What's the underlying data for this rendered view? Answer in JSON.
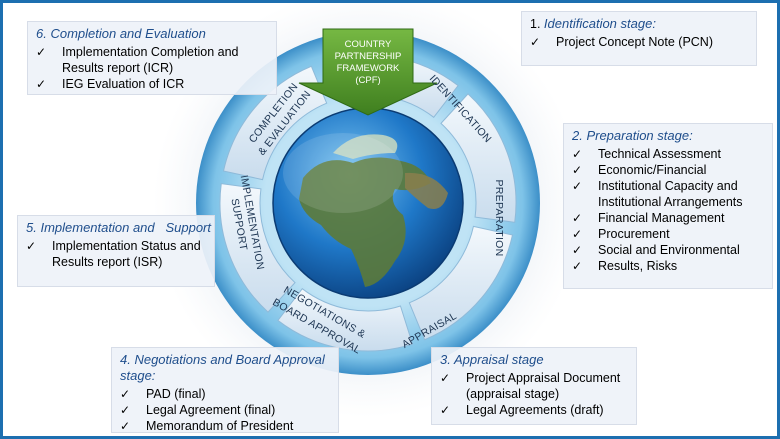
{
  "cpf_arrow": {
    "lines": [
      "COUNTRY",
      "PARTNERSHIP",
      "FRAMEWORK",
      "(CPF)"
    ]
  },
  "ring_segments": {
    "identification": "IDENTIFICATION",
    "preparation": "PREPARATION",
    "appraisal": "APPRAISAL",
    "negotiations": [
      "NEGOTIATIONS &",
      "BOARD APPROVAL"
    ],
    "implementation": [
      "IMPLEMENTATION",
      "SUPPORT"
    ],
    "completion": [
      "COMPLETION",
      "& EVALUATION"
    ]
  },
  "stages": {
    "identification": {
      "number": "1.",
      "title": "Identification stage:",
      "items": [
        "Project Concept Note (PCN)"
      ]
    },
    "preparation": {
      "title": "2. Preparation stage:",
      "items": [
        "Technical Assessment",
        "Economic/Financial",
        "Institutional Capacity and Institutional Arrangements",
        "Financial Management",
        "Procurement",
        "Social and Environmental",
        "Results, Risks"
      ]
    },
    "appraisal": {
      "title": "3. Appraisal stage",
      "items": [
        "Project Appraisal Document (appraisal stage)",
        "Legal Agreements (draft)"
      ]
    },
    "negotiations": {
      "title": "4. Negotiations and Board Approval stage:",
      "items": [
        "PAD (final)",
        "Legal Agreement (final)",
        "Memorandum of President"
      ]
    },
    "implementation": {
      "title": "5. Implementation and   Support",
      "items": [
        "Implementation Status and Results report (ISR)"
      ]
    },
    "completion": {
      "title": "6. Completion and Evaluation",
      "items": [
        "Implementation Completion and Results report (ICR)",
        "IEG Evaluation of ICR"
      ]
    }
  },
  "colors": {
    "border": "#1d6fb0",
    "title_text": "#1f4e8c",
    "arrow": "#5a9e2f",
    "ring": "#a7d5ec"
  }
}
